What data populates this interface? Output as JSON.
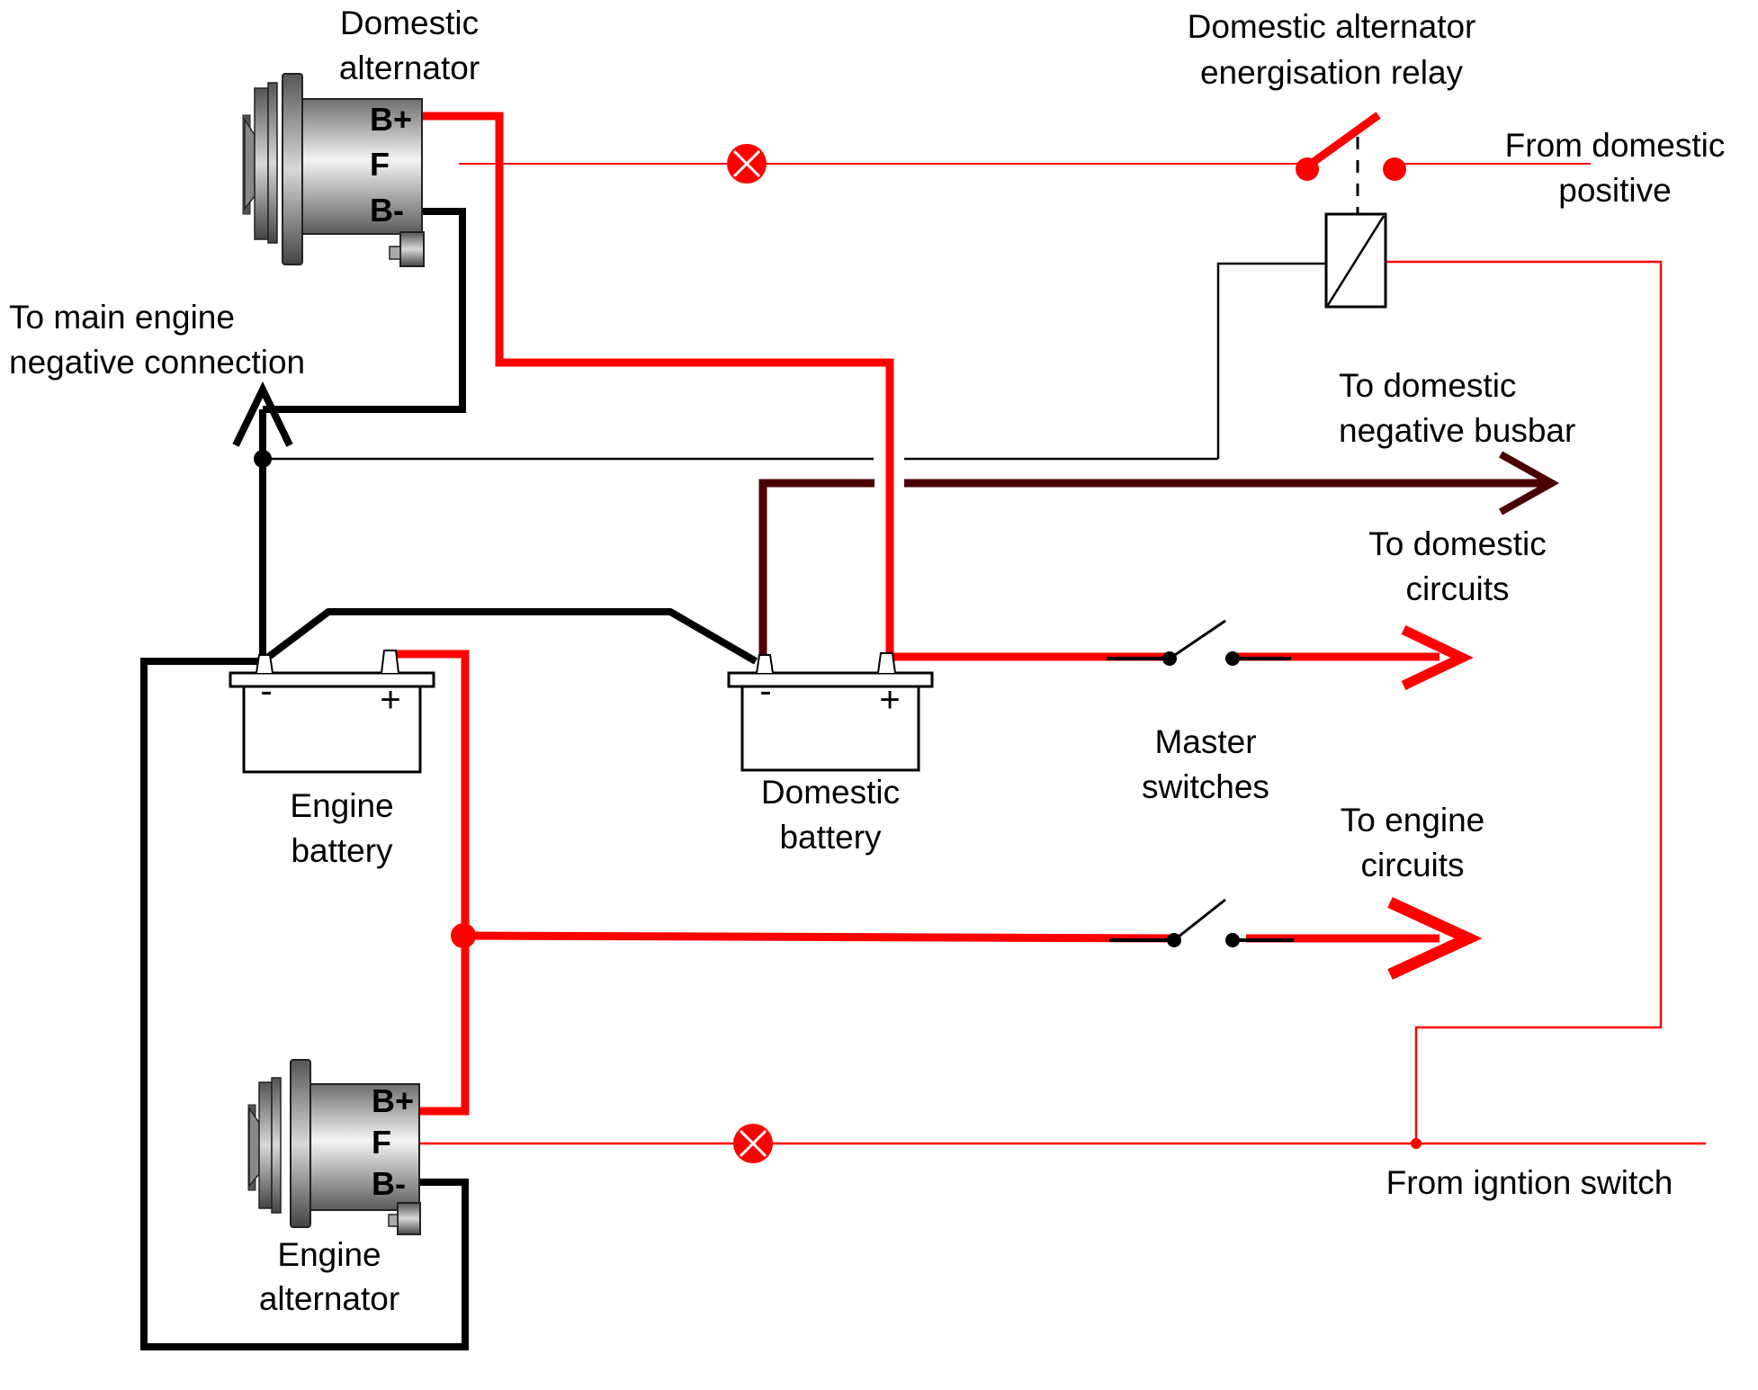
{
  "colors": {
    "positive": "#ff0000",
    "negative": "#000000",
    "busbar_negative": "#4a0000",
    "background": "#ffffff"
  },
  "icons": {
    "alternator": "alternator-icon",
    "battery": "battery-icon",
    "warning_lamp": "lamp-icon",
    "relay": "relay-coil-icon",
    "switch": "switch-icon",
    "arrow": "arrow-icon"
  },
  "labels": {
    "domestic_alternator": [
      "Domestic",
      "alternator"
    ],
    "relay": [
      "Domestic alternator",
      "energisation relay"
    ],
    "from_domestic_positive": [
      "From domestic",
      "positive"
    ],
    "to_main_engine_negative": [
      "To main engine",
      "negative connection"
    ],
    "to_domestic_negative_busbar": [
      "To domestic",
      "negative busbar"
    ],
    "to_domestic_circuits": [
      "To domestic",
      "circuits"
    ],
    "engine_battery": [
      "Engine",
      "battery"
    ],
    "domestic_battery": [
      "Domestic",
      "battery"
    ],
    "master_switches": [
      "Master",
      "switches"
    ],
    "to_engine_circuits": [
      "To engine",
      "circuits"
    ],
    "from_ignition_switch": "From igntion switch",
    "engine_alternator": [
      "Engine",
      "alternator"
    ]
  },
  "terminals": {
    "b_plus": "B+",
    "field": "F",
    "b_minus": "B-"
  },
  "battery_polarity": {
    "negative": "-",
    "positive": "+"
  }
}
